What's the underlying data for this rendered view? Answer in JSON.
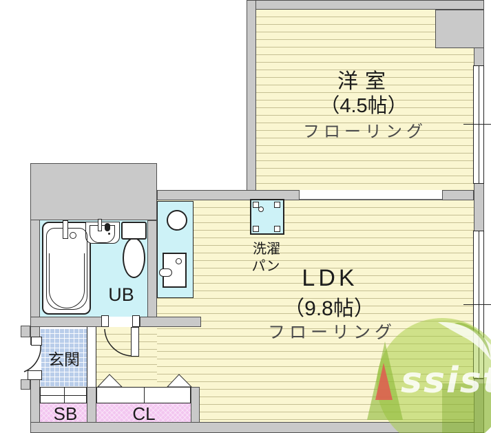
{
  "rooms": {
    "western": {
      "name": "洋室",
      "size": "（4.5帖）",
      "flooring": "フローリング"
    },
    "ldk": {
      "name": "LDK",
      "size": "（9.8帖）",
      "flooring": "フローリング"
    },
    "unit_bath": {
      "label": "UB"
    },
    "entrance": {
      "label": "玄関"
    },
    "shoe_box": {
      "label": "SB"
    },
    "closet": {
      "label": "CL"
    },
    "laundry_pan": {
      "line1": "洗濯",
      "line2": "パン"
    }
  },
  "watermark": {
    "brand": "Assist",
    "letter": "A",
    "rest": "ssist"
  },
  "colors": {
    "wall": "#c9c9c9",
    "floor": "#faf6d1",
    "floor_line": "#c5bf93",
    "wet_area": "#cdf2f7",
    "entrance_tile": "#b9cdea",
    "storage_pink": "#f3c6f0",
    "outline": "#4f4f4f",
    "logo_green": "#a3cb42",
    "logo_dark_green": "#699b19",
    "logo_red": "#e05a50",
    "logo_text": "#ffffff"
  }
}
